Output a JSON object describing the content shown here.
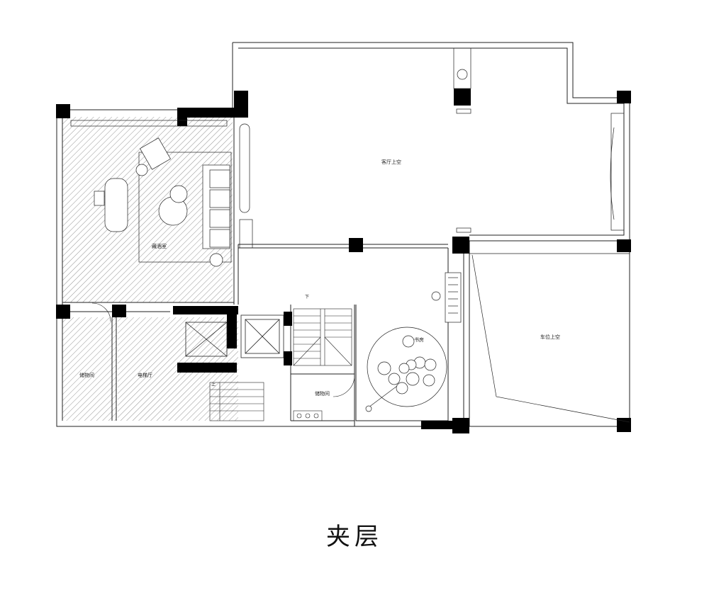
{
  "title": "夹层",
  "rooms": {
    "living_void": "客厅上空",
    "wine_room": "藏酒室",
    "storage_left": "储物间",
    "elevator_hall": "电梯厅",
    "storage_mid": "储物间",
    "study": "书房",
    "parking_void": "车位上空",
    "stair_down": "下",
    "stair_up": "上"
  },
  "colors": {
    "line": "#222222",
    "wall": "#000000",
    "hatch": "#555555"
  }
}
